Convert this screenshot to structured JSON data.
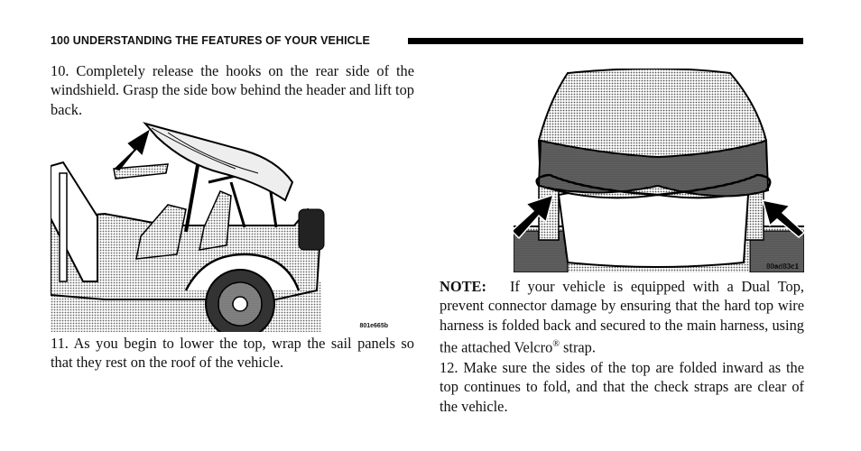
{
  "header": {
    "page_number": "100",
    "title": "UNDERSTANDING THE FEATURES OF YOUR VEHICLE"
  },
  "left_column": {
    "step_10": "10. Completely release the hooks on the rear side of the windshield. Grasp the side bow behind the header and lift top back.",
    "figure_1_code": "801e665b",
    "step_11": "11. As you begin to lower the top, wrap the sail panels so that they rest on the roof of the vehicle."
  },
  "right_column": {
    "figure_2_code": "80ad83c1",
    "note_label": "NOTE:",
    "note_text_before_mark": "If your vehicle is equipped with a Dual Top, prevent connector damage by ensuring that the hard top wire harness is folded back and secured to the main harness, using the attached Velcro",
    "registered_mark": "®",
    "note_text_after_mark": " strap.",
    "step_12": "12. Make sure the sides of the top are folded inward as the top continues to fold, and that the check straps are clear of the vehicle."
  }
}
